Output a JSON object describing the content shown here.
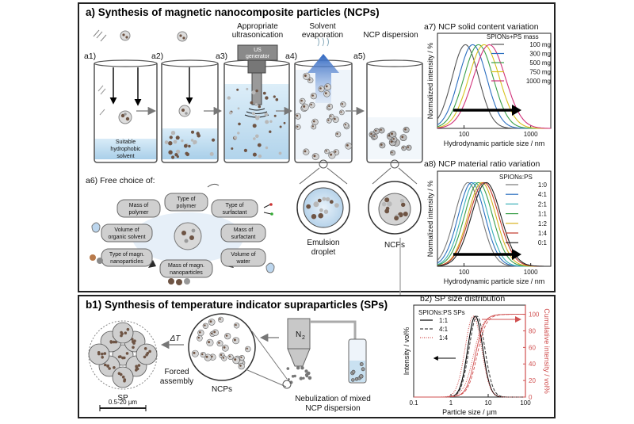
{
  "panel_a": {
    "title": "a) Synthesis of magnetic nanocomposite particles (NCPs)",
    "step_labels": [
      "a1)",
      "a2)",
      "a3)",
      "a4)",
      "a5)"
    ],
    "step_titles": {
      "a3_line1": "Appropriate",
      "a3_line2": "ultrasonication",
      "a4_line1": "Solvent",
      "a4_line2": "evaporation",
      "a5": "NCP dispersion"
    },
    "us_generator_line1": "US",
    "us_generator_line2": "generator",
    "solvent_line1": "Suitable",
    "solvent_line2": "hydrophobic",
    "solvent_line3": "solvent",
    "emulsion_line1": "Emulsion",
    "emulsion_line2": "droplet",
    "ncps_label": "NCPs",
    "free_choice": "a6) Free choice of:",
    "choices": {
      "mass_polymer_1": "Mass of",
      "mass_polymer_2": "polymer",
      "type_polymer_1": "Type of",
      "type_polymer_2": "polymer",
      "type_surf_1": "Type of",
      "type_surf_2": "surfactant",
      "vol_solvent_1": "Volume of",
      "vol_solvent_2": "organic solvent",
      "mass_surf_1": "Mass of",
      "mass_surf_2": "surfactant",
      "type_magn_1": "Type of magn.",
      "type_magn_2": "nanoparticles",
      "mass_magn_1": "Mass of magn.",
      "mass_magn_2": "nanoparticles",
      "vol_water_1": "Volume of",
      "vol_water_2": "water"
    }
  },
  "panel_b": {
    "title": "b1) Synthesis of temperature indicator supraparticles (SPs)",
    "n2_label": "N",
    "n2_sub": "2",
    "nebulization_line1": "Nebulization of mixed",
    "nebulization_line2": "NCP dispersion",
    "ncps_label": "NCPs",
    "forced_line1": "Forced",
    "forced_line2": "assembly",
    "delta_t": "ΔT",
    "sp_label": "SP",
    "scale_bar": "0.5-20 µm"
  },
  "colors": {
    "frame": "#222222",
    "particle_brown": "#6e5444",
    "particle_grey": "#b8b8b8",
    "water_blue": "#c9e1f1",
    "arrow_blue": "#2f66c0",
    "cumulative_red": "#d05050"
  },
  "chart_data": [
    {
      "type": "line",
      "title": "a7) NCP solid content variation",
      "xlabel": "Hydrodynamic particle size / nm",
      "ylabel": "Normalized intensity / %",
      "x_scale": "log",
      "xlim": [
        40,
        2000
      ],
      "x_ticks": [
        "100",
        "1000"
      ],
      "legend_title": "SPIONs+PS mass",
      "legend_position": "top-right",
      "series": [
        {
          "name": "100 mg",
          "color": "#555555",
          "peak": 105,
          "width": 0.2
        },
        {
          "name": "300 mg",
          "color": "#2c6fc0",
          "peak": 135,
          "width": 0.21
        },
        {
          "name": "500 mg",
          "color": "#3aa04a",
          "peak": 165,
          "width": 0.22
        },
        {
          "name": "750 mg",
          "color": "#d8c21e",
          "peak": 200,
          "width": 0.23
        },
        {
          "name": "1000 mg",
          "color": "#d1327a",
          "peak": 240,
          "width": 0.24
        }
      ]
    },
    {
      "type": "line",
      "title": "a8) NCP material ratio variation",
      "xlabel": "Hydrodynamic particle size / nm",
      "ylabel": "Normalized intensity / %",
      "x_scale": "log",
      "xlim": [
        40,
        2000
      ],
      "x_ticks": [
        "100",
        "1000"
      ],
      "legend_title": "SPIONs:PS",
      "legend_position": "top-right",
      "series": [
        {
          "name": "1:0",
          "color": "#777777",
          "peak": 115,
          "width": 0.2
        },
        {
          "name": "4:1",
          "color": "#2c6fc0",
          "peak": 130,
          "width": 0.2
        },
        {
          "name": "2:1",
          "color": "#3ab0b8",
          "peak": 145,
          "width": 0.2
        },
        {
          "name": "1:1",
          "color": "#3aa04a",
          "peak": 165,
          "width": 0.21
        },
        {
          "name": "1:2",
          "color": "#d8b21e",
          "peak": 185,
          "width": 0.21
        },
        {
          "name": "1:4",
          "color": "#c0392b",
          "peak": 200,
          "width": 0.22
        },
        {
          "name": "0:1",
          "color": "#222222",
          "peak": 215,
          "width": 0.22
        }
      ]
    },
    {
      "type": "line",
      "title": "b2) SP size distribution",
      "xlabel": "Particle size / µm",
      "ylabel": "Intensity / vol%",
      "y2label": "Cumulative intensity / vol%",
      "x_scale": "log",
      "xlim": [
        0.1,
        100
      ],
      "x_ticks": [
        "0.1",
        "1",
        "10",
        "100"
      ],
      "y2lim": [
        0,
        100
      ],
      "y2_ticks": [
        "0",
        "20",
        "40",
        "60",
        "80",
        "100"
      ],
      "legend_title": "SPIONs:PS SPs",
      "legend_position": "top-left",
      "series": [
        {
          "name": "1:1",
          "color": "#000000",
          "dash": "",
          "peak": 4.5,
          "width": 0.2
        },
        {
          "name": "4:1",
          "color": "#444444",
          "dash": "4,2",
          "peak": 5.0,
          "width": 0.21
        },
        {
          "name": "1:4",
          "color": "#d05050",
          "dash": "1,1.5",
          "peak": 4.0,
          "width": 0.22
        }
      ]
    }
  ]
}
